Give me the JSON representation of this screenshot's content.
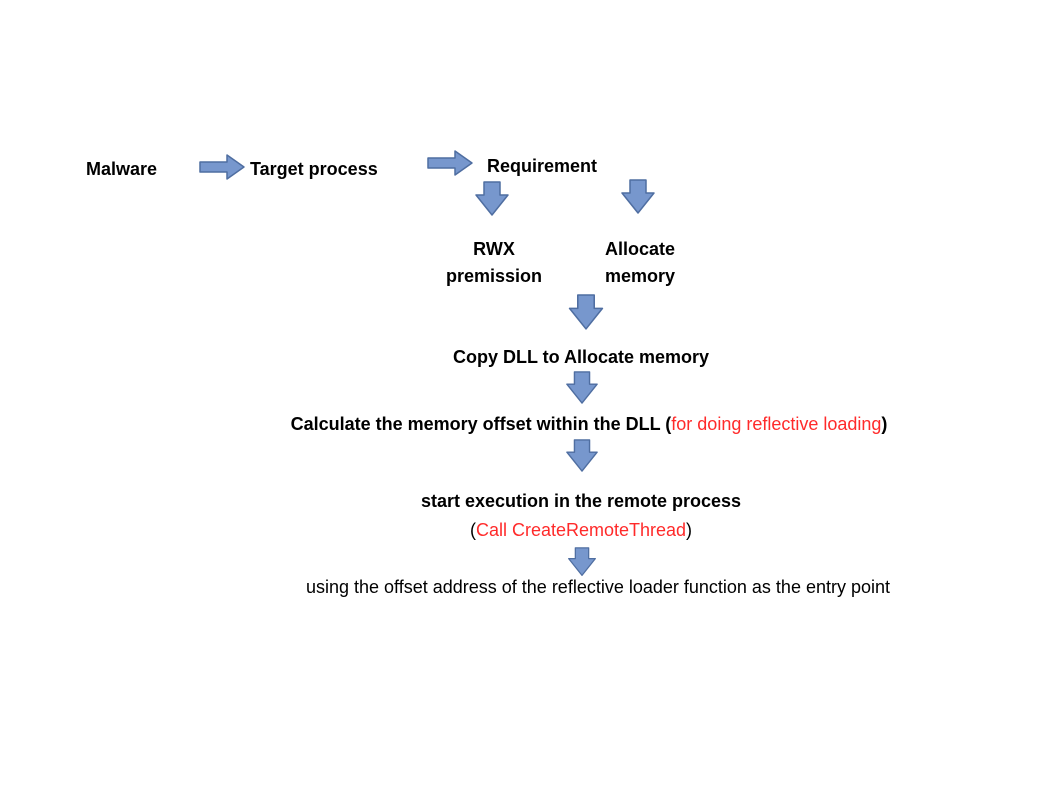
{
  "colors": {
    "arrow_fill": "#7797cd",
    "arrow_stroke": "#4f6ea1",
    "red_text": "#ff2a2a"
  },
  "diagram": {
    "top_row": {
      "malware": "Malware",
      "target_process": "Target process",
      "requirement": "Requirement"
    },
    "requirements": {
      "rwx_line1": "RWX",
      "rwx_line2": "premission",
      "alloc_line1": "Allocate",
      "alloc_line2": "memory"
    },
    "steps": {
      "copy_dll": "Copy DLL to Allocate memory",
      "calculate_prefix": "Calculate the memory offset within the DLL (",
      "calculate_red": "for doing reflective loading",
      "calculate_suffix": ")",
      "start_execution": "start execution in the remote process",
      "call_prefix": "(",
      "call_red": "Call CreateRemoteThread",
      "call_suffix": ")",
      "entry_point": "using the offset address of the reflective loader function as the entry point"
    }
  }
}
